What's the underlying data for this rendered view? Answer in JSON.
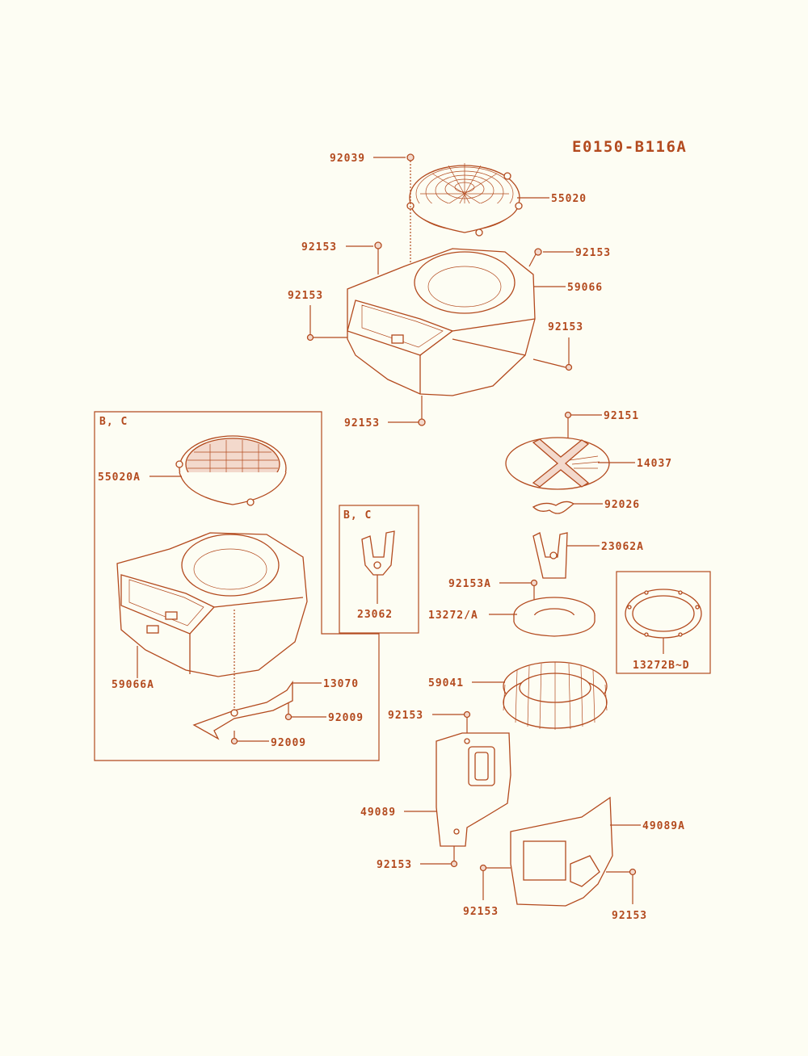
{
  "diagram": {
    "title": "E0150-B116A",
    "accent_color": "#b34a1e",
    "background_color": "#fdfdf3",
    "boxes": {
      "left_variant": "B, C",
      "mid_variant": "B, C"
    },
    "labels": {
      "l92039": "92039",
      "l55020": "55020",
      "l92153_a": "92153",
      "l92153_b": "92153",
      "l59066": "59066",
      "l92153_c": "92153",
      "l92153_d": "92153",
      "l92153_e": "92153",
      "l92151": "92151",
      "l14037": "14037",
      "l92026": "92026",
      "l23062A": "23062A",
      "l92153A": "92153A",
      "l13272A": "13272/A",
      "l13272BD": "13272B~D",
      "l59041": "59041",
      "l92153_f": "92153",
      "l49089": "49089",
      "l92153_g": "92153",
      "l49089A": "49089A",
      "l92153_h": "92153",
      "l92153_i": "92153",
      "l55020A": "55020A",
      "l59066A": "59066A",
      "l13070": "13070",
      "l92009_a": "92009",
      "l92009_b": "92009",
      "l23062": "23062"
    }
  }
}
